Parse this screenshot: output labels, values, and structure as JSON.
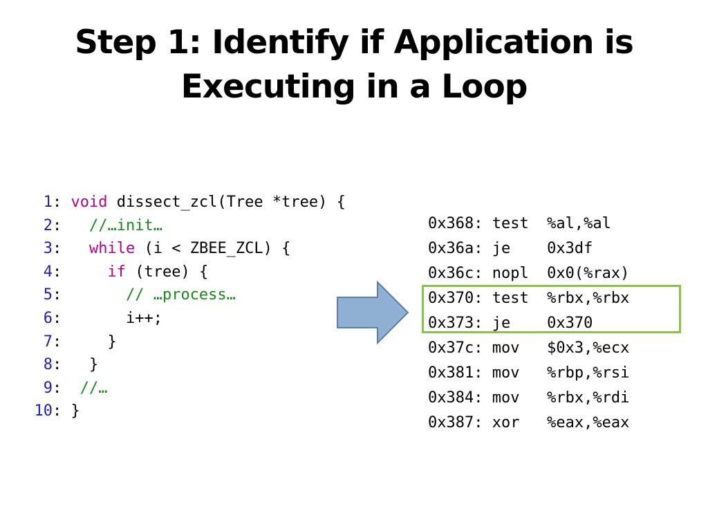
{
  "slide": {
    "title_line1": "Step 1: Identify if Application is",
    "title_line2": "Executing in a Loop"
  },
  "source_code": {
    "lines": [
      {
        "num": "1",
        "segments": [
          {
            "t": " ",
            "c": "tx"
          },
          {
            "t": "void",
            "c": "kw"
          },
          {
            "t": " dissect_zcl(Tree *tree) {",
            "c": "tx"
          }
        ]
      },
      {
        "num": "2",
        "segments": [
          {
            "t": "   ",
            "c": "tx"
          },
          {
            "t": "//…init…",
            "c": "cm"
          }
        ]
      },
      {
        "num": "3",
        "segments": [
          {
            "t": "   ",
            "c": "tx"
          },
          {
            "t": "while",
            "c": "kw"
          },
          {
            "t": " (i < ZBEE_ZCL) {",
            "c": "tx"
          }
        ]
      },
      {
        "num": "4",
        "segments": [
          {
            "t": "     ",
            "c": "tx"
          },
          {
            "t": "if",
            "c": "kw"
          },
          {
            "t": " (tree) {",
            "c": "tx"
          }
        ]
      },
      {
        "num": "5",
        "segments": [
          {
            "t": "       ",
            "c": "tx"
          },
          {
            "t": "// …process…",
            "c": "cm"
          }
        ]
      },
      {
        "num": "6",
        "segments": [
          {
            "t": "       i++;",
            "c": "tx"
          }
        ]
      },
      {
        "num": "7",
        "segments": [
          {
            "t": "     }",
            "c": "tx"
          }
        ]
      },
      {
        "num": "8",
        "segments": [
          {
            "t": "   }",
            "c": "tx"
          }
        ]
      },
      {
        "num": "9",
        "segments": [
          {
            "t": "  ",
            "c": "tx"
          },
          {
            "t": "//…",
            "c": "cm"
          }
        ]
      },
      {
        "num": "10",
        "segments": [
          {
            "t": " }",
            "c": "tx"
          }
        ]
      }
    ]
  },
  "assembly": {
    "lines": [
      "0x368: test  %al,%al",
      "0x36a: je    0x3df",
      "0x36c: nopl  0x0(%rax)",
      "0x370: test  %rbx,%rbx",
      "0x373: je    0x370",
      "0x37c: mov   $0x3,%ecx",
      "0x381: mov   %rbp,%rsi",
      "0x384: mov   %rbx,%rdi",
      "0x387: xor   %eax,%eax"
    ],
    "highlighted_lines": [
      "0x370",
      "0x373"
    ]
  },
  "colors": {
    "line_number": "#1f1fa8",
    "keyword": "#b0008c",
    "comment": "#1a8a1a",
    "arrow_fill": "#8fb0d2",
    "arrow_stroke": "#5b7fa8",
    "highlight_border": "#8bc34a"
  },
  "icons": {
    "arrow": "right-arrow-icon"
  }
}
